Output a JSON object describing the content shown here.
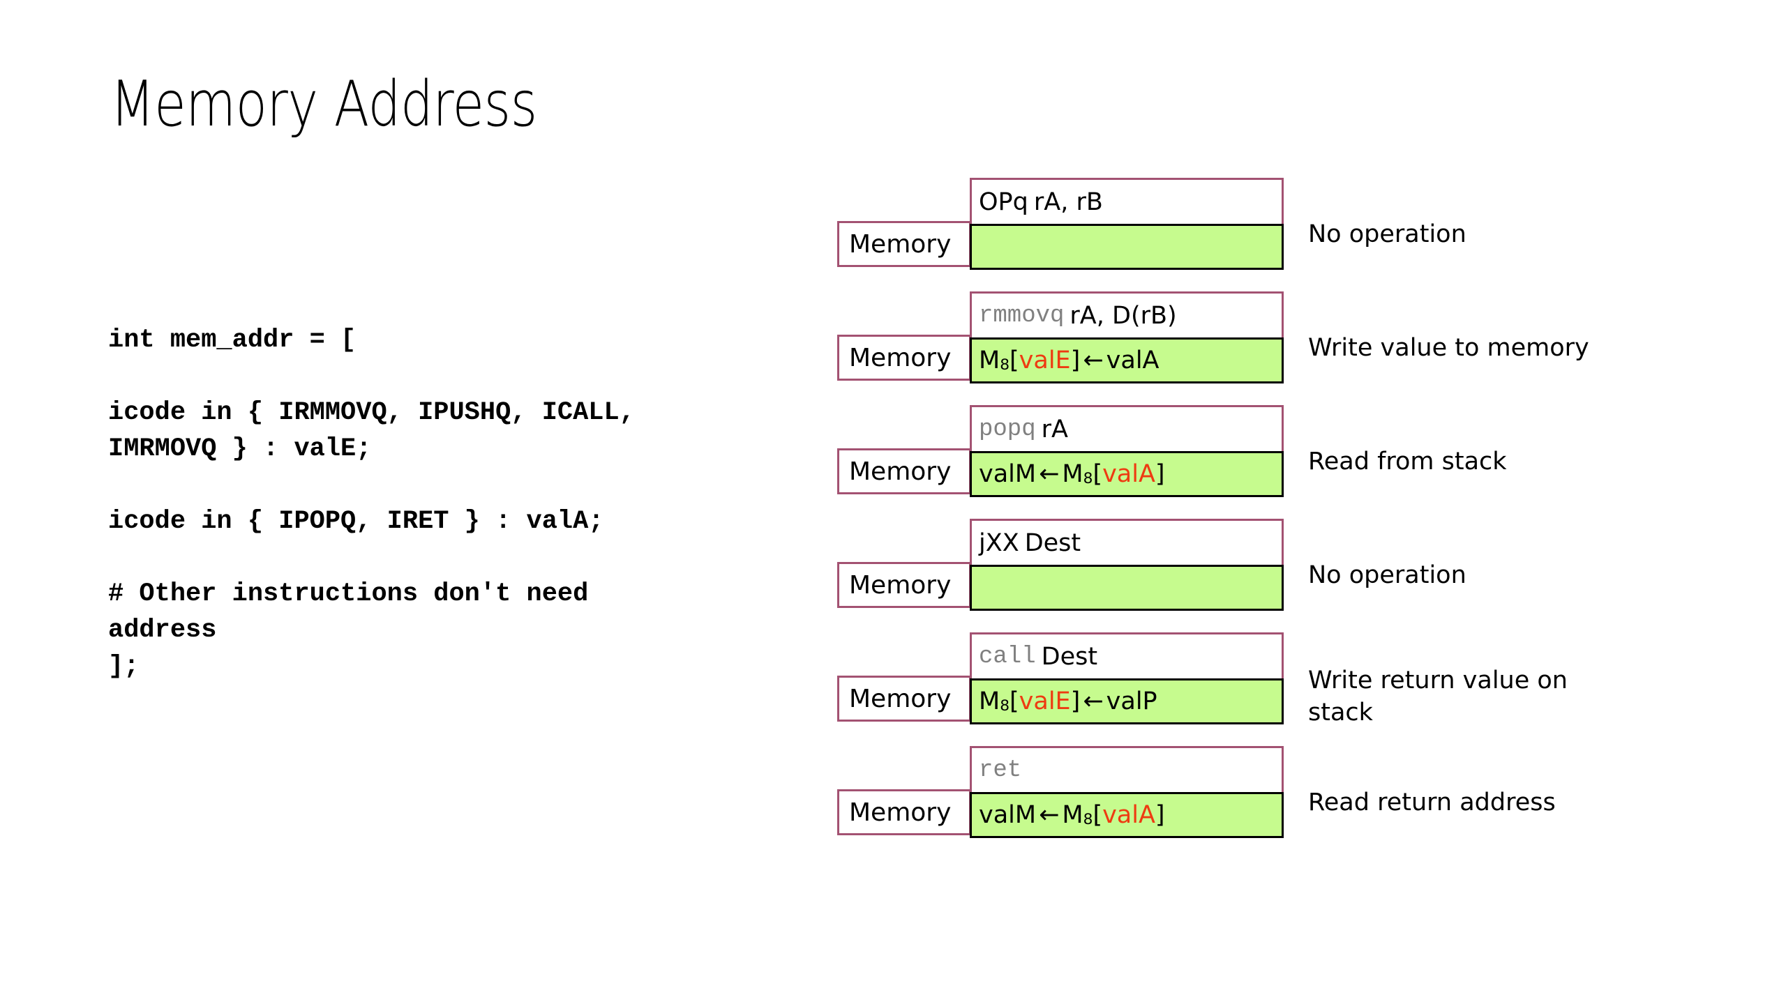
{
  "slide": {
    "title": "Memory Address"
  },
  "code": {
    "lines": [
      "int mem_addr = [",
      "",
      "icode in { IRMMOVQ, IPUSHQ, ICALL,",
      "IMRMOVQ } : valE;",
      "",
      "icode in { IPOPQ, IRET } : valA;",
      "",
      "# Other instructions don't need",
      "address",
      "];"
    ]
  },
  "diagram": {
    "memory_label": "Memory",
    "colors": {
      "box_border": "#A35272",
      "cell_fill": "#C6FB8E",
      "cell_border": "#000000",
      "highlight_text": "#EE3B11",
      "mnemonic_text": "#808080"
    },
    "rows": [
      {
        "mnemonic": "OPq",
        "mnemonic_style": "sans",
        "operands": "rA, rB",
        "memory_label": "Memory",
        "cell_parts": [],
        "description": "No operation"
      },
      {
        "mnemonic": "rmmovq",
        "mnemonic_style": "mono",
        "operands": "rA, D(rB)",
        "memory_label": "Memory",
        "cell_parts": [
          {
            "text": "M",
            "kind": "plain"
          },
          {
            "text": "8",
            "kind": "sub"
          },
          {
            "text": "[",
            "kind": "plain"
          },
          {
            "text": "valE",
            "kind": "red"
          },
          {
            "text": "]",
            "kind": "plain"
          },
          {
            "text": "←",
            "kind": "arrow"
          },
          {
            "text": "valA",
            "kind": "plain"
          }
        ],
        "description": "Write value to memory"
      },
      {
        "mnemonic": "popq",
        "mnemonic_style": "mono",
        "operands": "rA",
        "memory_label": "Memory",
        "cell_parts": [
          {
            "text": "valM",
            "kind": "plain"
          },
          {
            "text": "←",
            "kind": "arrow"
          },
          {
            "text": "M",
            "kind": "plain"
          },
          {
            "text": "8",
            "kind": "sub"
          },
          {
            "text": "[",
            "kind": "plain"
          },
          {
            "text": "valA",
            "kind": "red"
          },
          {
            "text": "]",
            "kind": "plain"
          }
        ],
        "description": "Read from stack"
      },
      {
        "mnemonic": "jXX",
        "mnemonic_style": "sans",
        "operands": "Dest",
        "memory_label": "Memory",
        "cell_parts": [],
        "description": "No operation"
      },
      {
        "mnemonic": "call",
        "mnemonic_style": "mono",
        "operands": "Dest",
        "memory_label": "Memory",
        "cell_parts": [
          {
            "text": "M",
            "kind": "plain"
          },
          {
            "text": "8",
            "kind": "sub"
          },
          {
            "text": "[",
            "kind": "plain"
          },
          {
            "text": "valE",
            "kind": "red"
          },
          {
            "text": "]",
            "kind": "plain"
          },
          {
            "text": "←",
            "kind": "arrow"
          },
          {
            "text": "valP",
            "kind": "plain"
          }
        ],
        "description": "Write return value on stack"
      },
      {
        "mnemonic": "ret",
        "mnemonic_style": "mono",
        "operands": "",
        "memory_label": "Memory",
        "cell_parts": [
          {
            "text": "valM",
            "kind": "plain"
          },
          {
            "text": "←",
            "kind": "arrow"
          },
          {
            "text": "M",
            "kind": "plain"
          },
          {
            "text": "8",
            "kind": "sub"
          },
          {
            "text": "[",
            "kind": "plain"
          },
          {
            "text": "valA",
            "kind": "red"
          },
          {
            "text": "]",
            "kind": "plain"
          }
        ],
        "description": "Read return address"
      }
    ]
  }
}
